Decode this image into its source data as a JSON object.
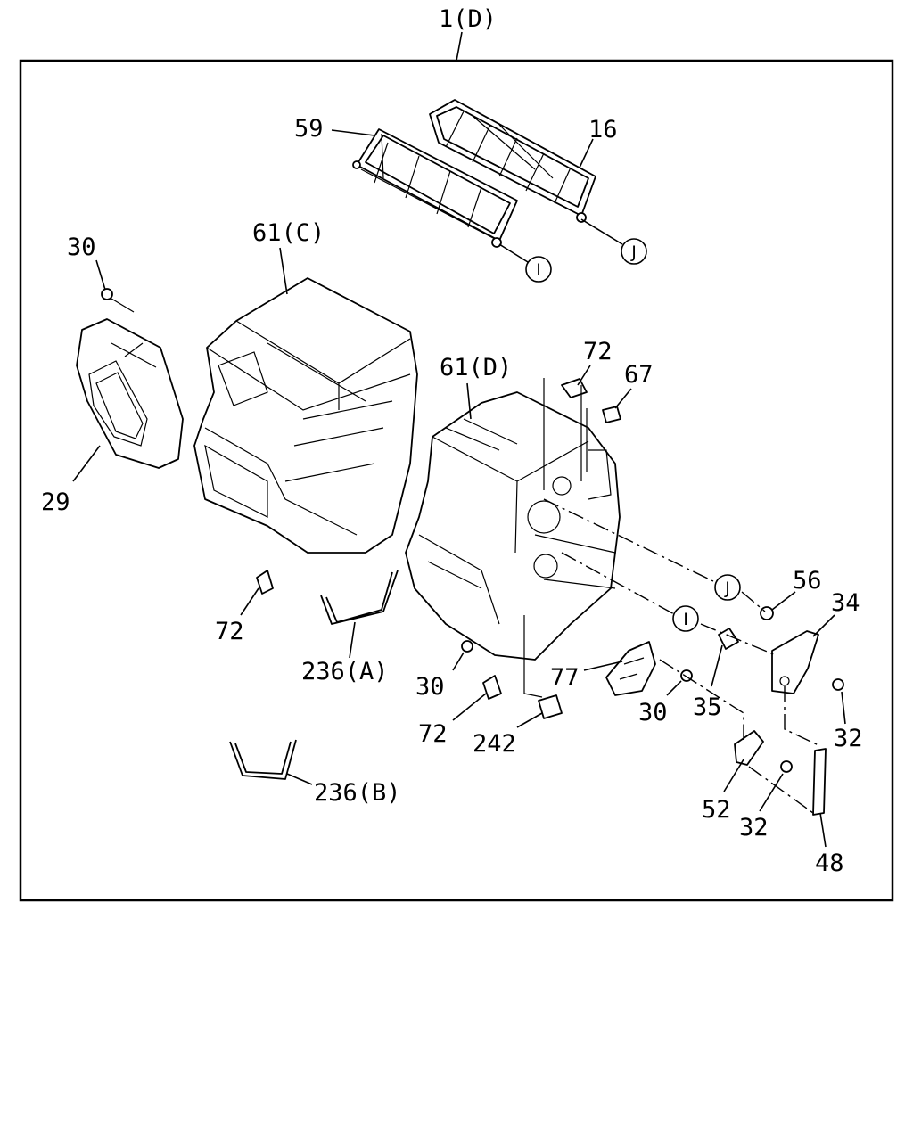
{
  "title": "1(D)",
  "labels": {
    "l59": "59",
    "l16": "16",
    "l30a": "30",
    "l61c": "61(C)",
    "l61d": "61(D)",
    "l72a": "72",
    "l67": "67",
    "l29": "29",
    "l72b": "72",
    "l236a": "236(A)",
    "l30b": "30",
    "l72c": "72",
    "l242": "242",
    "l77": "77",
    "l30c": "30",
    "l35": "35",
    "l56": "56",
    "l34": "34",
    "l32a": "32",
    "l52": "52",
    "l32b": "32",
    "l48": "48",
    "l236b": "236(B)"
  },
  "refs": {
    "i": "I",
    "j": "J"
  }
}
